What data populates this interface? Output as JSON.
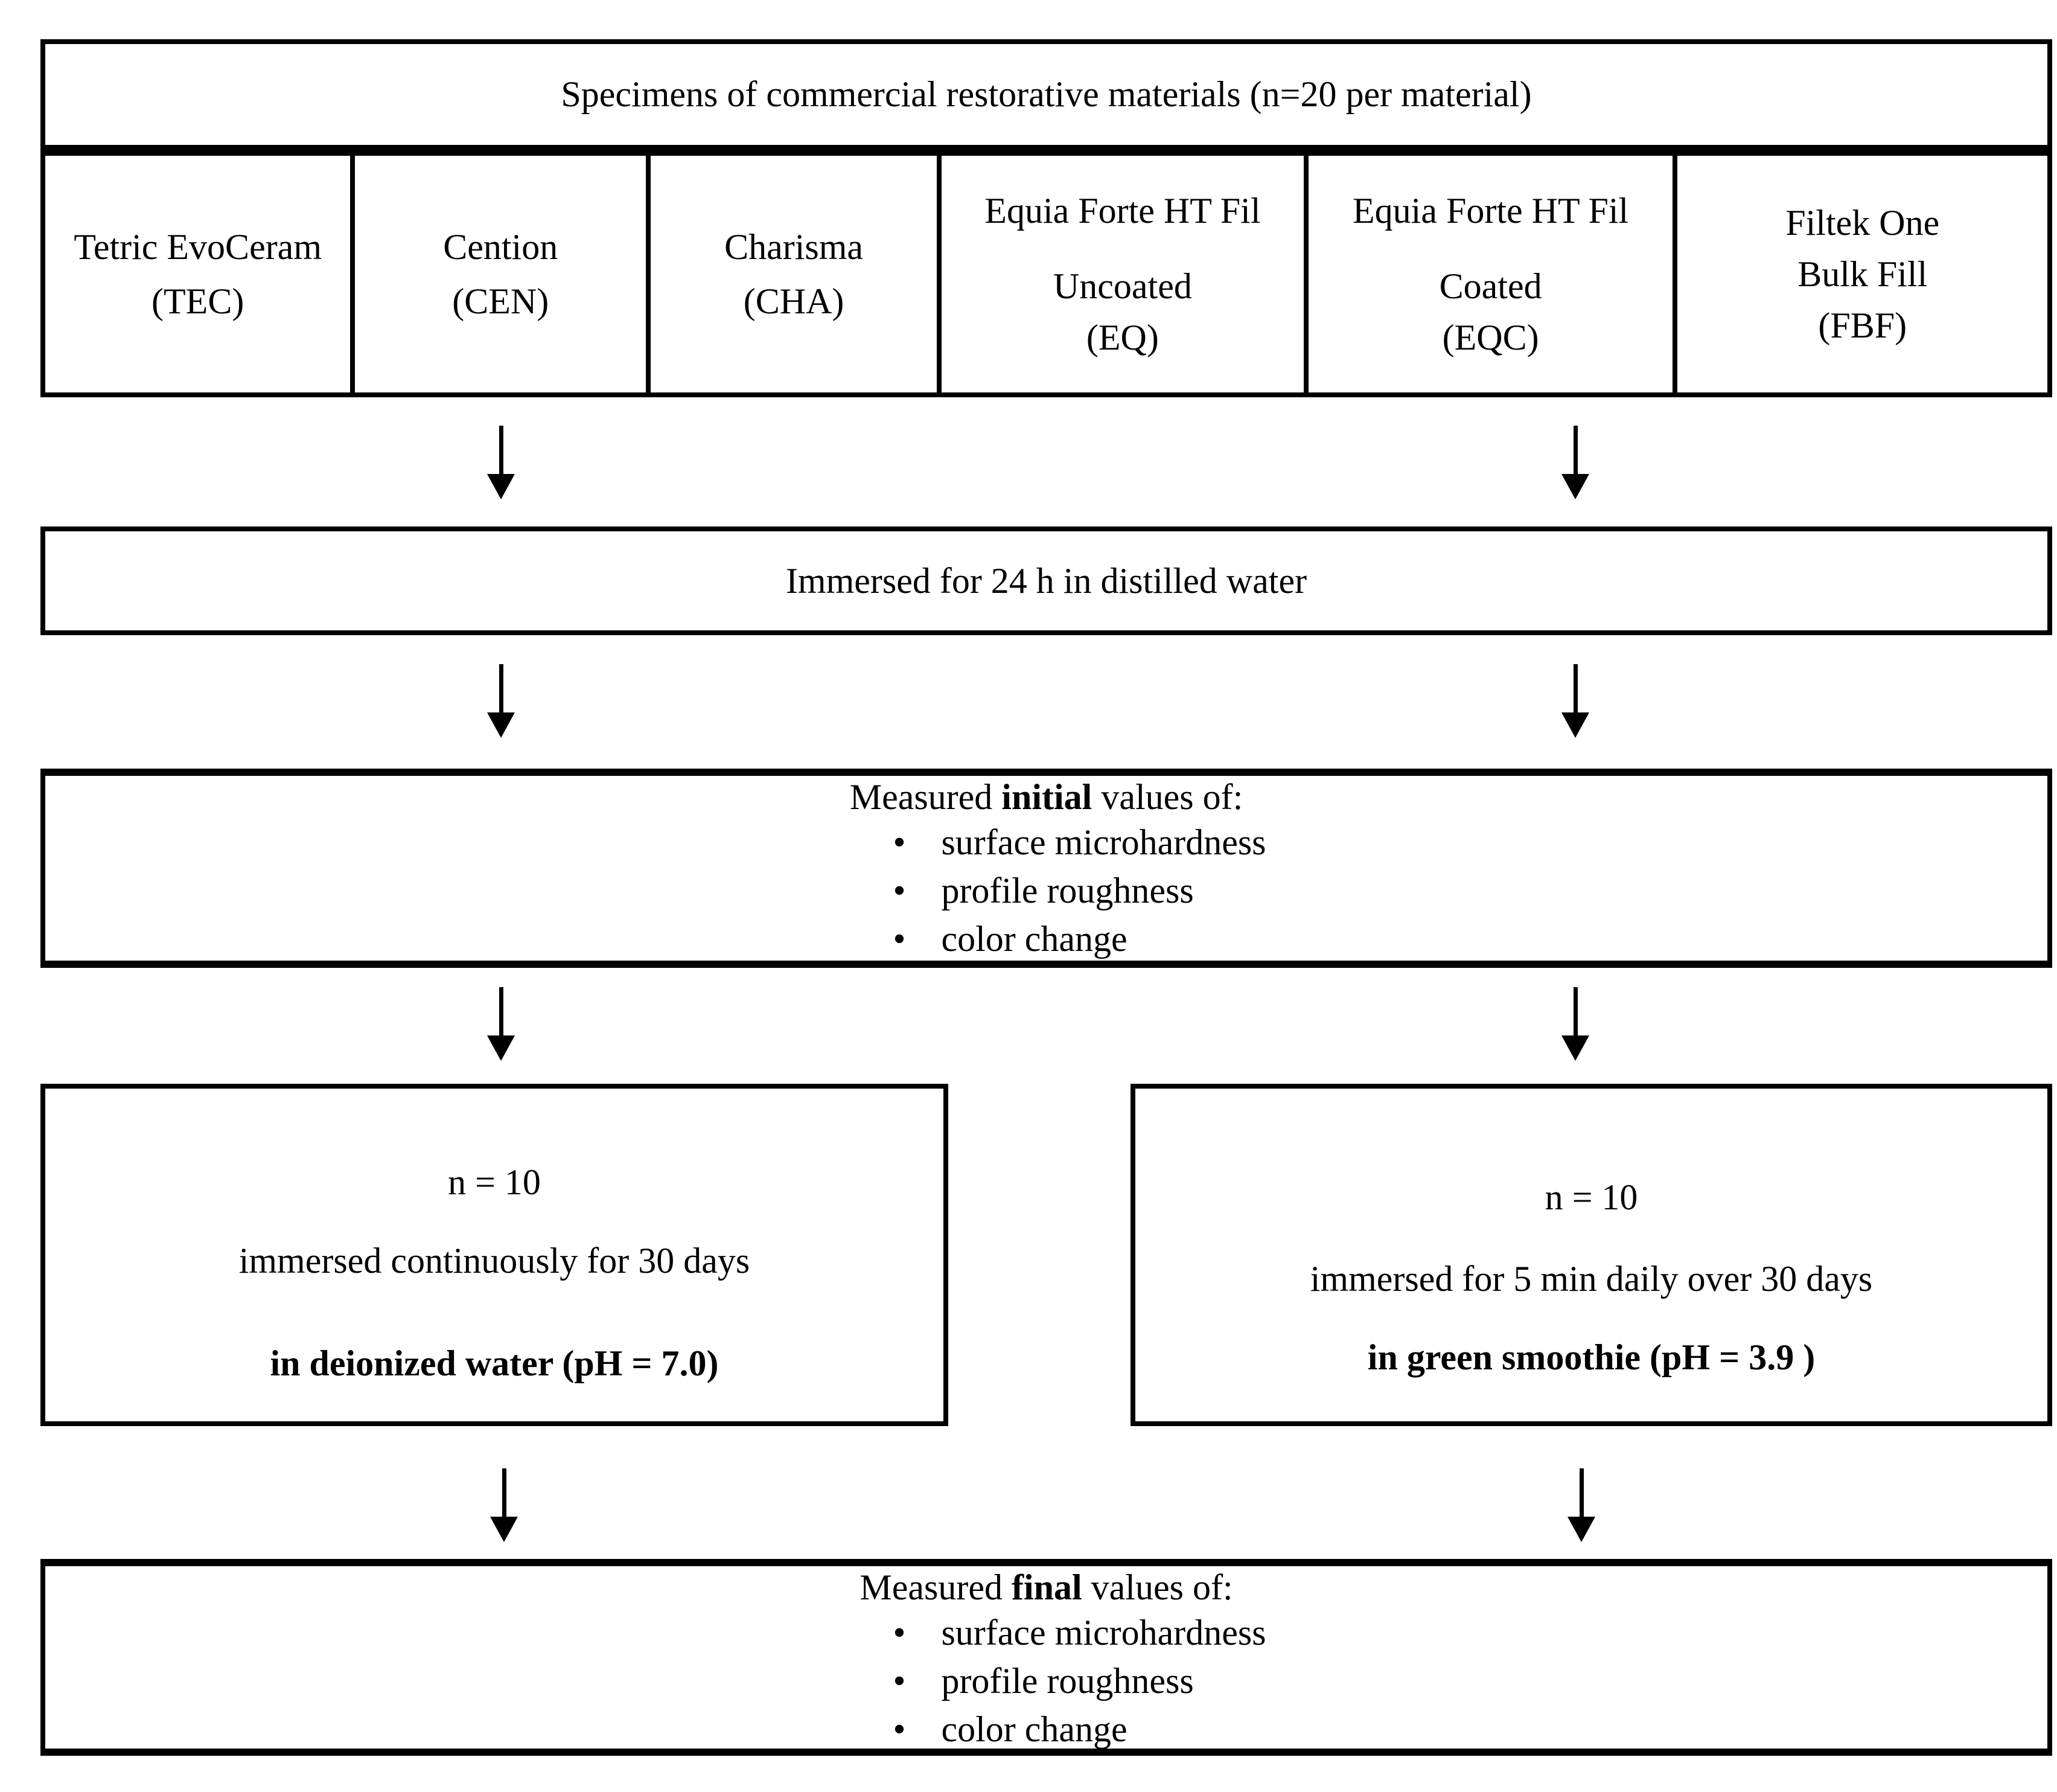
{
  "bullet_char": "•",
  "header": {
    "text": "Specimens of commercial restorative materials (n=20 per material)"
  },
  "materials": [
    {
      "line1": "Tetric EvoCeram",
      "line2": "(TEC)"
    },
    {
      "line1": "Cention",
      "line2": "(CEN)"
    },
    {
      "line1": "Charisma",
      "line2": "(CHA)"
    },
    {
      "line1": "Equia Forte HT Fil",
      "line2": "Uncoated",
      "line3": "(EQ)"
    },
    {
      "line1": "Equia Forte HT Fil",
      "line2": "Coated",
      "line3": "(EQC)"
    },
    {
      "line1": "Filtek One",
      "line2": "Bulk Fill",
      "line3": "(FBF)"
    }
  ],
  "immersion": {
    "text": "Immersed for 24 h in distilled water"
  },
  "measured_initial": {
    "title_prefix": "Measured ",
    "title_bold": "initial",
    "title_suffix": " values of:",
    "bullets": [
      "surface microhardness",
      "profile roughness",
      "color change"
    ]
  },
  "group_left": {
    "n_label": "n = 10",
    "duration": "immersed continuously for 30 days",
    "medium": "in deionized water (pH = 7.0)"
  },
  "group_right": {
    "n_label": "n = 10",
    "duration": "immersed for 5 min daily over 30 days",
    "medium": "in green smoothie (pH = 3.9 )"
  },
  "measured_final": {
    "title_prefix": "Measured ",
    "title_bold": "final",
    "title_suffix": " values of:",
    "bullets": [
      "surface microhardness",
      "profile roughness",
      "color change"
    ]
  }
}
